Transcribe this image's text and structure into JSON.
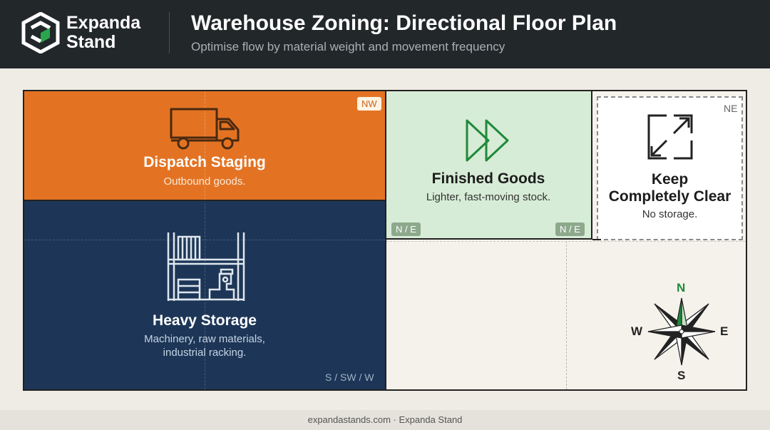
{
  "brand": {
    "line1": "Expanda",
    "line2": "Stand"
  },
  "header": {
    "title": "Warehouse Zoning: Directional Floor Plan",
    "subtitle": "Optimise flow by material weight and movement frequency"
  },
  "zones": {
    "dispatch": {
      "title": "Dispatch Staging",
      "desc": "Outbound goods.",
      "badge": "NW",
      "color": "#e37323"
    },
    "heavy": {
      "title": "Heavy Storage",
      "desc_line1": "Machinery, raw materials,",
      "desc_line2": "industrial racking.",
      "corner": "S / SW / W",
      "color": "#1d3657"
    },
    "finished": {
      "title": "Finished Goods",
      "desc": "Lighter, fast-moving stock.",
      "badge_left": "N / E",
      "badge_right": "N / E",
      "color": "#d7ecd6"
    },
    "clear": {
      "title_line1": "Keep",
      "title_line2": "Completely Clear",
      "desc": "No storage.",
      "corner": "NE"
    }
  },
  "compass": {
    "north": "N",
    "south": "S",
    "east": "E",
    "west": "W",
    "north_color": "#1f8a3a"
  },
  "footer": {
    "text": "expandastands.com · Expanda Stand"
  }
}
